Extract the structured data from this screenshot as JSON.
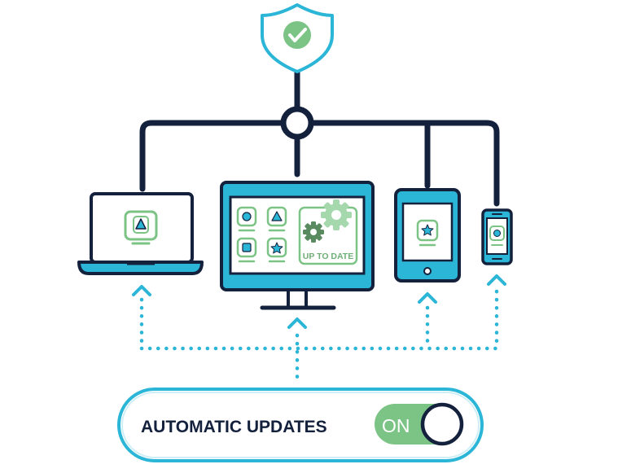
{
  "screen_badge_text": "UP TO DATE",
  "toggle": {
    "label": "AUTOMATIC UPDATES",
    "state_text": "ON"
  },
  "colors": {
    "navy": "#14213d",
    "cyan": "#2bb5d6",
    "cyan_light": "#5ccde3",
    "green": "#7cc386",
    "green_light": "#a5d8ac",
    "dotted": "#2bb5d6"
  },
  "icons": {
    "shield": "shield-check-icon",
    "gears": "gears-icon",
    "laptop": "laptop-icon",
    "monitor": "monitor-icon",
    "tablet": "tablet-icon",
    "phone": "phone-icon"
  }
}
